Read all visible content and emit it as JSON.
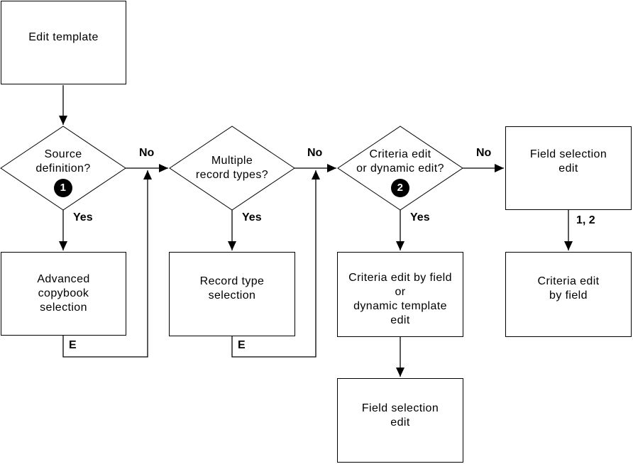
{
  "nodes": {
    "edit_template": {
      "label": "Edit template"
    },
    "source_definition": {
      "label": "Source\ndefinition?",
      "badge": "1"
    },
    "multiple_record_types": {
      "label": "Multiple\nrecord types?"
    },
    "criteria_or_dynamic_edit": {
      "label": "Criteria edit\nor dynamic edit?",
      "badge": "2"
    },
    "field_selection_edit_top": {
      "label": "Field selection\nedit"
    },
    "advanced_copybook_selection": {
      "label": "Advanced\ncopybook\nselection"
    },
    "record_type_selection": {
      "label": "Record type\nselection"
    },
    "criteria_edit_by_field_or_dynamic": {
      "label": "Criteria edit by field\nor\ndynamic template\nedit"
    },
    "criteria_edit_by_field": {
      "label": "Criteria edit\nby field"
    },
    "field_selection_edit_bottom": {
      "label": "Field selection\nedit"
    }
  },
  "edge_labels": {
    "no": "No",
    "yes": "Yes",
    "exit": "E",
    "one_two": "1, 2"
  },
  "colors": {
    "line": "#000000",
    "background": "#ffffff",
    "badge_bg": "#000000",
    "badge_fg": "#ffffff"
  }
}
